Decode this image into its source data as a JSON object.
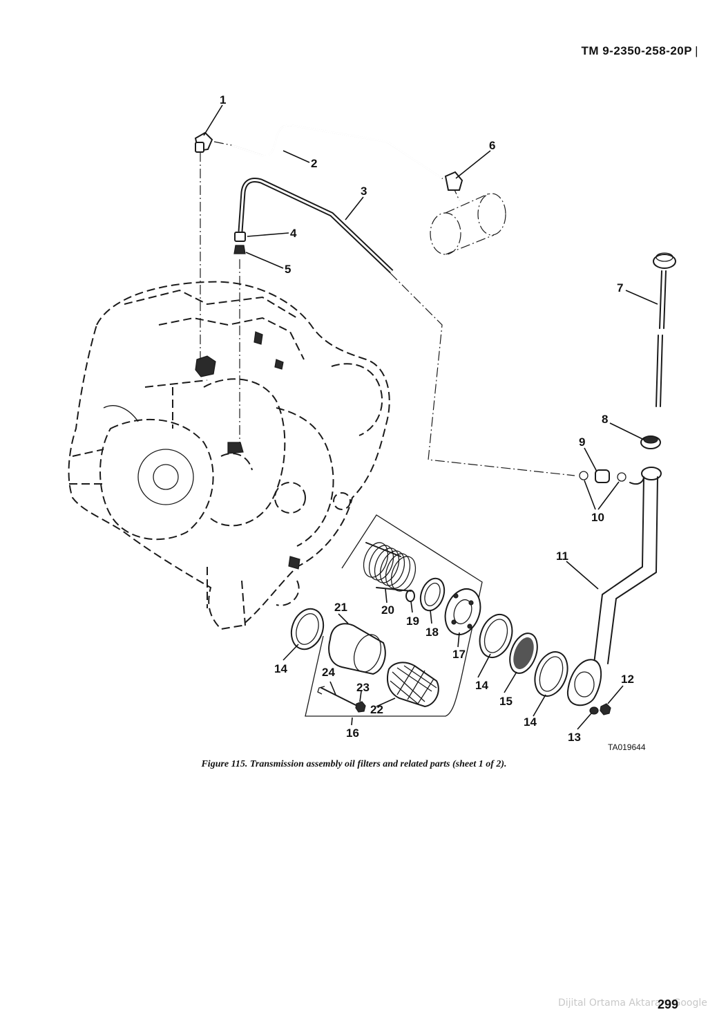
{
  "header": {
    "doc_id": "TM 9-2350-258-20P",
    "edge_mark": "|"
  },
  "figure": {
    "caption": "Figure 115. Transmission assembly oil filters and related parts (sheet 1 of 2).",
    "art_code": "TA019644",
    "callouts": [
      "1",
      "2",
      "3",
      "4",
      "5",
      "6",
      "7",
      "8",
      "9",
      "10",
      "11",
      "12",
      "13",
      "14",
      "14",
      "14",
      "15",
      "16",
      "17",
      "18",
      "19",
      "20",
      "21",
      "22",
      "23",
      "24"
    ]
  },
  "footer": {
    "page_number": "299",
    "watermark": "Dijital Ortama Aktaran: Google"
  }
}
